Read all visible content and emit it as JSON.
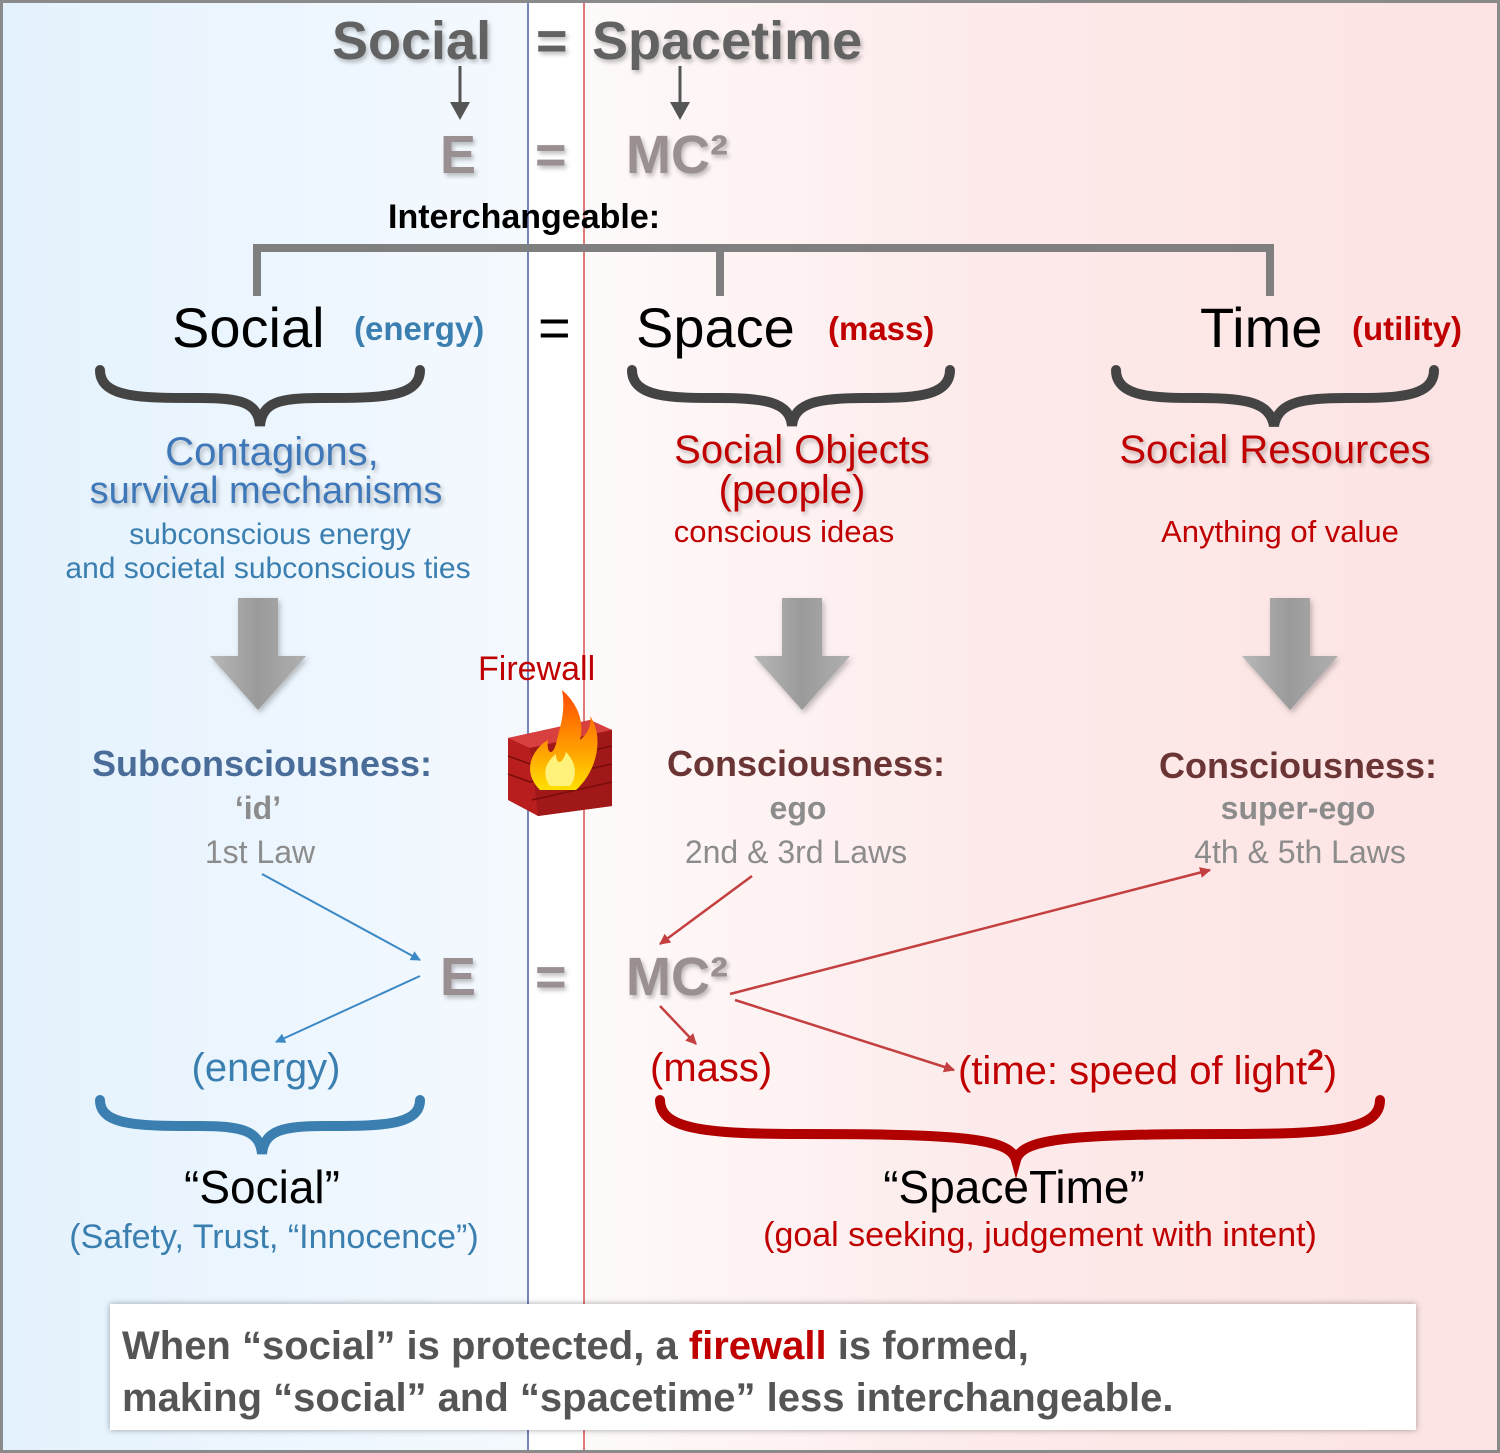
{
  "header": {
    "social": "Social",
    "equals": "=",
    "spacetime": "Spacetime"
  },
  "equation_top": {
    "e": "E",
    "eq": "=",
    "mc": "MC²"
  },
  "interchangeable": "Interchangeable:",
  "columns": {
    "social": {
      "title": "Social",
      "tag": "(energy)",
      "desc1": "Contagions,",
      "desc2": "survival mechanisms",
      "sub1": "subconscious energy",
      "sub2": "and societal subconscious ties",
      "level": "Subconsciousness:",
      "term": "‘id’",
      "law": "1st Law"
    },
    "eq_sign": "=",
    "space": {
      "title": "Space",
      "tag": "(mass)",
      "desc1": "Social Objects",
      "desc2": "(people)",
      "sub1": "conscious ideas",
      "level": "Consciousness:",
      "term": "ego",
      "law": "2nd & 3rd Laws"
    },
    "time": {
      "title": "Time",
      "tag": "(utility)",
      "desc1": "Social Resources",
      "sub1": "Anything of value",
      "level": "Consciousness:",
      "term": "super-ego",
      "law": "4th & 5th Laws"
    }
  },
  "firewall_label": "Firewall",
  "equation_bottom": {
    "e": "E",
    "eq": "=",
    "mc": "MC²"
  },
  "bottom": {
    "energy": "(energy)",
    "mass": "(mass)",
    "time_prefix": "(time: speed of light",
    "time_sup": "2",
    "time_suffix": ")",
    "social_quote": "“Social”",
    "social_desc": "(Safety, Trust, “Innocence”)",
    "spacetime_quote": "“SpaceTime”",
    "spacetime_desc": "(goal seeking, judgement with intent)"
  },
  "note": {
    "part1": "When “social” is protected, a ",
    "highlight": "firewall",
    "part2": " is formed,",
    "line2": "making “social” and “spacetime” less interchangeable."
  },
  "colors": {
    "blue_panel": "#e6f3fd",
    "red_panel": "#fde6e6",
    "brace_dark": "#444444",
    "brace_blue": "#3a7fb0",
    "brace_red": "#b00000",
    "arrow_blue": "#3c88c4",
    "arrow_red": "#c44040",
    "firewall_red": "#c00000"
  }
}
